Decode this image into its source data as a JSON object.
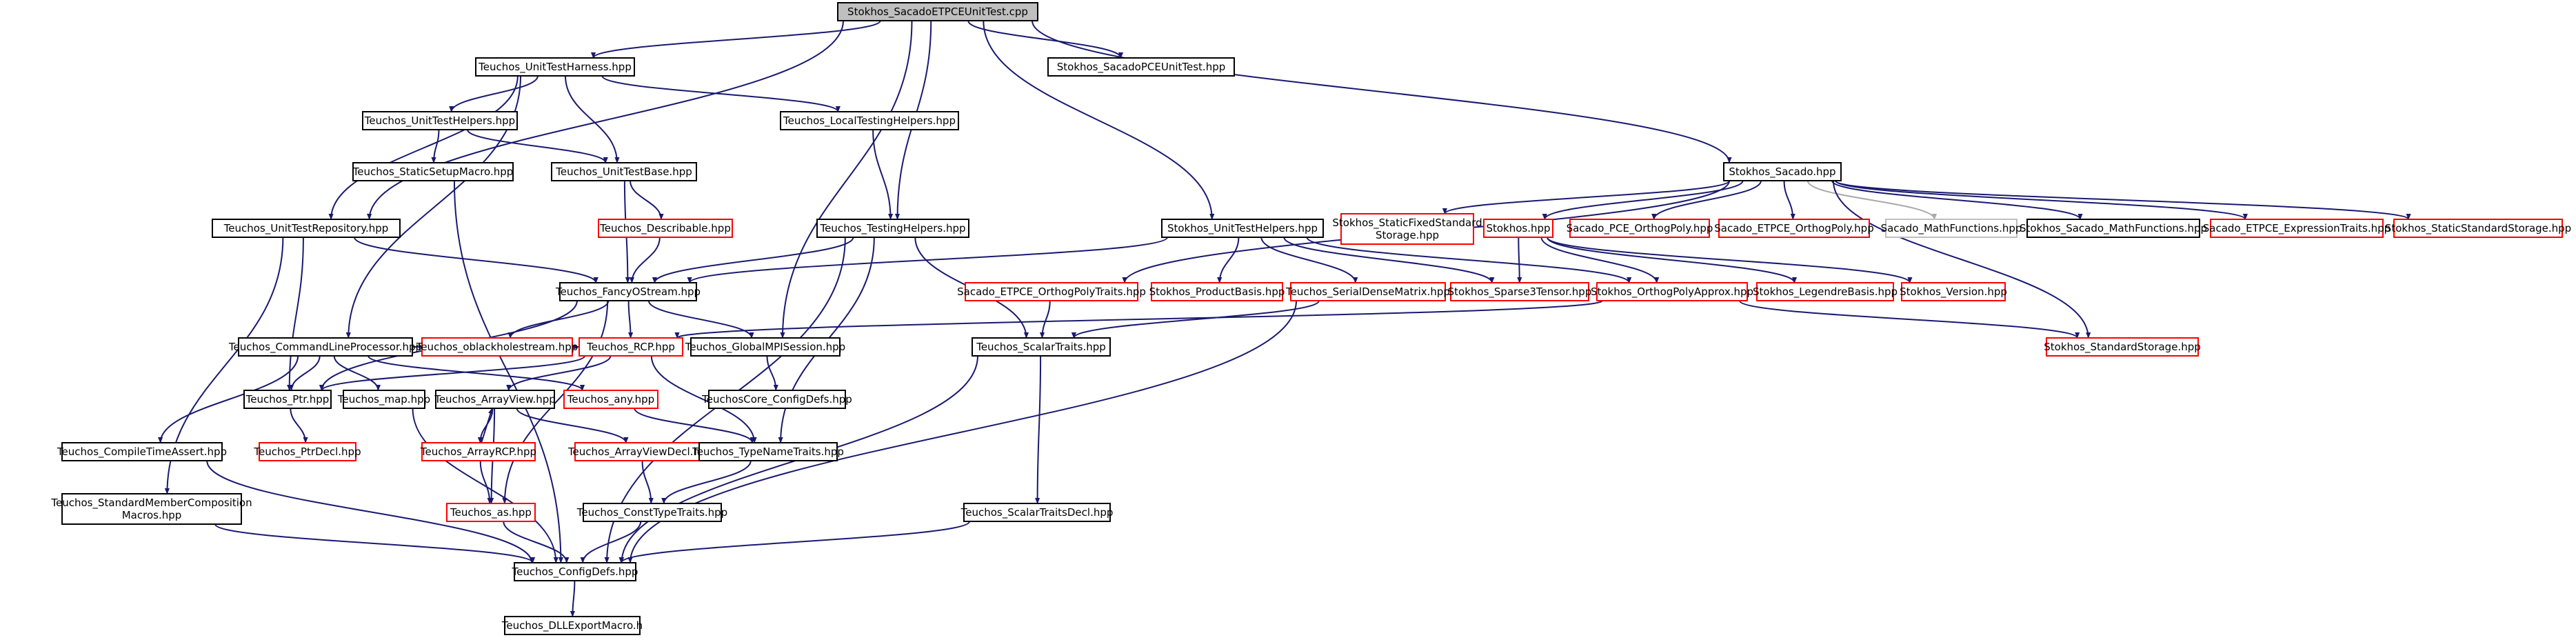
{
  "colors": {
    "edge": "#191970",
    "edge_light": "#a9a9a9",
    "box_black": "#000000",
    "box_red": "#ff0000",
    "box_gray": "#bfbfbf",
    "root_fill": "#bfbfbf",
    "text": "#000000"
  },
  "nodes": [
    {
      "id": "root",
      "lines": [
        "Stokhos_SacadoETPCEUnitTest.cpp"
      ],
      "style": "root"
    },
    {
      "id": "th",
      "lines": [
        "Teuchos_UnitTestHarness.hpp"
      ],
      "style": "black"
    },
    {
      "id": "sspceut",
      "lines": [
        "Stokhos_SacadoPCEUnitTest.hpp"
      ],
      "style": "black"
    },
    {
      "id": "tlth",
      "lines": [
        "Teuchos_LocalTestingHelpers.hpp"
      ],
      "style": "black"
    },
    {
      "id": "tuth",
      "lines": [
        "Teuchos_UnitTestHelpers.hpp"
      ],
      "style": "black"
    },
    {
      "id": "tssm",
      "lines": [
        "Teuchos_StaticSetupMacro.hpp"
      ],
      "style": "black"
    },
    {
      "id": "tutb",
      "lines": [
        "Teuchos_UnitTestBase.hpp"
      ],
      "style": "black"
    },
    {
      "id": "ss",
      "lines": [
        "Stokhos_Sacado.hpp"
      ],
      "style": "black"
    },
    {
      "id": "tutr",
      "lines": [
        "Teuchos_UnitTestRepository.hpp"
      ],
      "style": "black"
    },
    {
      "id": "tdesc",
      "lines": [
        "Teuchos_Describable.hpp"
      ],
      "style": "red"
    },
    {
      "id": "tth",
      "lines": [
        "Teuchos_TestingHelpers.hpp"
      ],
      "style": "black"
    },
    {
      "id": "suth",
      "lines": [
        "Stokhos_UnitTestHelpers.hpp"
      ],
      "style": "black"
    },
    {
      "id": "ssfs",
      "lines": [
        "Stokhos_StaticFixedStandard",
        "Storage.hpp"
      ],
      "style": "red"
    },
    {
      "id": "sh",
      "lines": [
        "Stokhos.hpp"
      ],
      "style": "red"
    },
    {
      "id": "spceop",
      "lines": [
        "Sacado_PCE_OrthogPoly.hpp"
      ],
      "style": "red"
    },
    {
      "id": "setpceop",
      "lines": [
        "Sacado_ETPCE_OrthogPoly.hpp"
      ],
      "style": "red"
    },
    {
      "id": "smf",
      "lines": [
        "Sacado_MathFunctions.hpp"
      ],
      "style": "gray"
    },
    {
      "id": "ssmf",
      "lines": [
        "Stokhos_Sacado_MathFunctions.hpp"
      ],
      "style": "black"
    },
    {
      "id": "setet",
      "lines": [
        "Sacado_ETPCE_ExpressionTraits.hpp"
      ],
      "style": "red"
    },
    {
      "id": "ssss",
      "lines": [
        "Stokhos_StaticStandardStorage.hpp"
      ],
      "style": "red"
    },
    {
      "id": "tfos",
      "lines": [
        "Teuchos_FancyOStream.hpp"
      ],
      "style": "black"
    },
    {
      "id": "setopt",
      "lines": [
        "Sacado_ETPCE_OrthogPolyTraits.hpp"
      ],
      "style": "red"
    },
    {
      "id": "spb",
      "lines": [
        "Stokhos_ProductBasis.hpp"
      ],
      "style": "red"
    },
    {
      "id": "tsdm",
      "lines": [
        "Teuchos_SerialDenseMatrix.hpp"
      ],
      "style": "red"
    },
    {
      "id": "sst",
      "lines": [
        "Stokhos_Sparse3Tensor.hpp"
      ],
      "style": "red"
    },
    {
      "id": "sopa",
      "lines": [
        "Stokhos_OrthogPolyApprox.hpp"
      ],
      "style": "red"
    },
    {
      "id": "slb",
      "lines": [
        "Stokhos_LegendreBasis.hpp"
      ],
      "style": "red"
    },
    {
      "id": "sv",
      "lines": [
        "Stokhos_Version.hpp"
      ],
      "style": "red"
    },
    {
      "id": "tclp",
      "lines": [
        "Teuchos_CommandLineProcessor.hpp"
      ],
      "style": "black"
    },
    {
      "id": "tobs",
      "lines": [
        "Teuchos_oblackholestream.hpp"
      ],
      "style": "red"
    },
    {
      "id": "trcp",
      "lines": [
        "Teuchos_RCP.hpp"
      ],
      "style": "red"
    },
    {
      "id": "tgmpi",
      "lines": [
        "Teuchos_GlobalMPISession.hpp"
      ],
      "style": "black"
    },
    {
      "id": "tst",
      "lines": [
        "Teuchos_ScalarTraits.hpp"
      ],
      "style": "black"
    },
    {
      "id": "ssstor",
      "lines": [
        "Stokhos_StandardStorage.hpp"
      ],
      "style": "red"
    },
    {
      "id": "tptr",
      "lines": [
        "Teuchos_Ptr.hpp"
      ],
      "style": "black"
    },
    {
      "id": "tmap",
      "lines": [
        "Teuchos_map.hpp"
      ],
      "style": "black"
    },
    {
      "id": "tav",
      "lines": [
        "Teuchos_ArrayView.hpp"
      ],
      "style": "black"
    },
    {
      "id": "tany",
      "lines": [
        "Teuchos_any.hpp"
      ],
      "style": "red"
    },
    {
      "id": "tccd",
      "lines": [
        "TeuchosCore_ConfigDefs.hpp"
      ],
      "style": "black"
    },
    {
      "id": "tcta",
      "lines": [
        "Teuchos_CompileTimeAssert.hpp"
      ],
      "style": "black"
    },
    {
      "id": "tptrd",
      "lines": [
        "Teuchos_PtrDecl.hpp"
      ],
      "style": "red"
    },
    {
      "id": "tarcp",
      "lines": [
        "Teuchos_ArrayRCP.hpp"
      ],
      "style": "red"
    },
    {
      "id": "tavd",
      "lines": [
        "Teuchos_ArrayViewDecl.hpp"
      ],
      "style": "red"
    },
    {
      "id": "ttnt",
      "lines": [
        "Teuchos_TypeNameTraits.hpp"
      ],
      "style": "black"
    },
    {
      "id": "tstd",
      "lines": [
        "Teuchos_ScalarTraitsDecl.hpp"
      ],
      "style": "black"
    },
    {
      "id": "tsmcm",
      "lines": [
        "Teuchos_StandardMemberComposition",
        "Macros.hpp"
      ],
      "style": "black"
    },
    {
      "id": "tas",
      "lines": [
        "Teuchos_as.hpp"
      ],
      "style": "red"
    },
    {
      "id": "tctt",
      "lines": [
        "Teuchos_ConstTypeTraits.hpp"
      ],
      "style": "black"
    },
    {
      "id": "tcd",
      "lines": [
        "Teuchos_ConfigDefs.hpp"
      ],
      "style": "black"
    },
    {
      "id": "tdll",
      "lines": [
        "Teuchos_DLLExportMacro.h"
      ],
      "style": "black"
    }
  ],
  "edges": [
    [
      "root",
      "th"
    ],
    [
      "root",
      "sspceut"
    ],
    [
      "root",
      "tutr"
    ],
    [
      "root",
      "tth"
    ],
    [
      "root",
      "tgmpi"
    ],
    [
      "root",
      "suth"
    ],
    [
      "root",
      "ss"
    ],
    [
      "th",
      "tuth"
    ],
    [
      "th",
      "tutb"
    ],
    [
      "th",
      "tutr"
    ],
    [
      "th",
      "tlth"
    ],
    [
      "th",
      "tclp"
    ],
    [
      "tuth",
      "tssm"
    ],
    [
      "tuth",
      "tutb"
    ],
    [
      "tssm",
      "tcd"
    ],
    [
      "tutb",
      "tdesc"
    ],
    [
      "tutb",
      "tfos"
    ],
    [
      "tdesc",
      "tfos"
    ],
    [
      "tlth",
      "tth"
    ],
    [
      "tutr",
      "tfos"
    ],
    [
      "tutr",
      "tsmcm"
    ],
    [
      "tutr",
      "tptr"
    ],
    [
      "tth",
      "tfos"
    ],
    [
      "tth",
      "tst"
    ],
    [
      "tth",
      "ttnt"
    ],
    [
      "tth",
      "tcd"
    ],
    [
      "suth",
      "tfos"
    ],
    [
      "suth",
      "spb"
    ],
    [
      "suth",
      "tsdm"
    ],
    [
      "suth",
      "sst"
    ],
    [
      "suth",
      "sopa"
    ],
    [
      "ss",
      "setopt"
    ],
    [
      "ss",
      "ssfs"
    ],
    [
      "ss",
      "sh"
    ],
    [
      "ss",
      "spceop"
    ],
    [
      "ss",
      "setpceop"
    ],
    [
      "ss",
      "smf"
    ],
    [
      "ss",
      "ssmf"
    ],
    [
      "ss",
      "setet"
    ],
    [
      "ss",
      "ssss"
    ],
    [
      "ss",
      "ssstor"
    ],
    [
      "sh",
      "sst"
    ],
    [
      "sh",
      "sopa"
    ],
    [
      "sh",
      "slb"
    ],
    [
      "sh",
      "sv"
    ],
    [
      "sopa",
      "trcp"
    ],
    [
      "sopa",
      "ssstor"
    ],
    [
      "setopt",
      "tst"
    ],
    [
      "tsdm",
      "tst"
    ],
    [
      "tsdm",
      "tcd"
    ],
    [
      "tfos",
      "tobs"
    ],
    [
      "tfos",
      "trcp"
    ],
    [
      "tfos",
      "tgmpi"
    ],
    [
      "tfos",
      "tas"
    ],
    [
      "tfos",
      "tptr"
    ],
    [
      "tclp",
      "tptr"
    ],
    [
      "tclp",
      "tmap"
    ],
    [
      "tclp",
      "tany"
    ],
    [
      "tclp",
      "tcta"
    ],
    [
      "tclp",
      "trcp"
    ],
    [
      "trcp",
      "tptr"
    ],
    [
      "trcp",
      "tav"
    ],
    [
      "trcp",
      "ttnt"
    ],
    [
      "tgmpi",
      "tccd"
    ],
    [
      "tst",
      "tstd"
    ],
    [
      "tst",
      "tcd"
    ],
    [
      "tptr",
      "tptrd"
    ],
    [
      "tmap",
      "tcd"
    ],
    [
      "tav",
      "tarcp"
    ],
    [
      "tav",
      "tavd"
    ],
    [
      "tav",
      "tas"
    ],
    [
      "tarcp",
      "tav"
    ],
    [
      "tarcp",
      "tas"
    ],
    [
      "tany",
      "ttnt"
    ],
    [
      "tavd",
      "tctt"
    ],
    [
      "ttnt",
      "tctt"
    ],
    [
      "tcta",
      "tcd"
    ],
    [
      "tsmcm",
      "tcd"
    ],
    [
      "tas",
      "tcd"
    ],
    [
      "tctt",
      "tcd"
    ],
    [
      "tstd",
      "tcd"
    ],
    [
      "tcd",
      "tdll"
    ]
  ],
  "gray_edges": [
    [
      "ss",
      "smf"
    ]
  ]
}
